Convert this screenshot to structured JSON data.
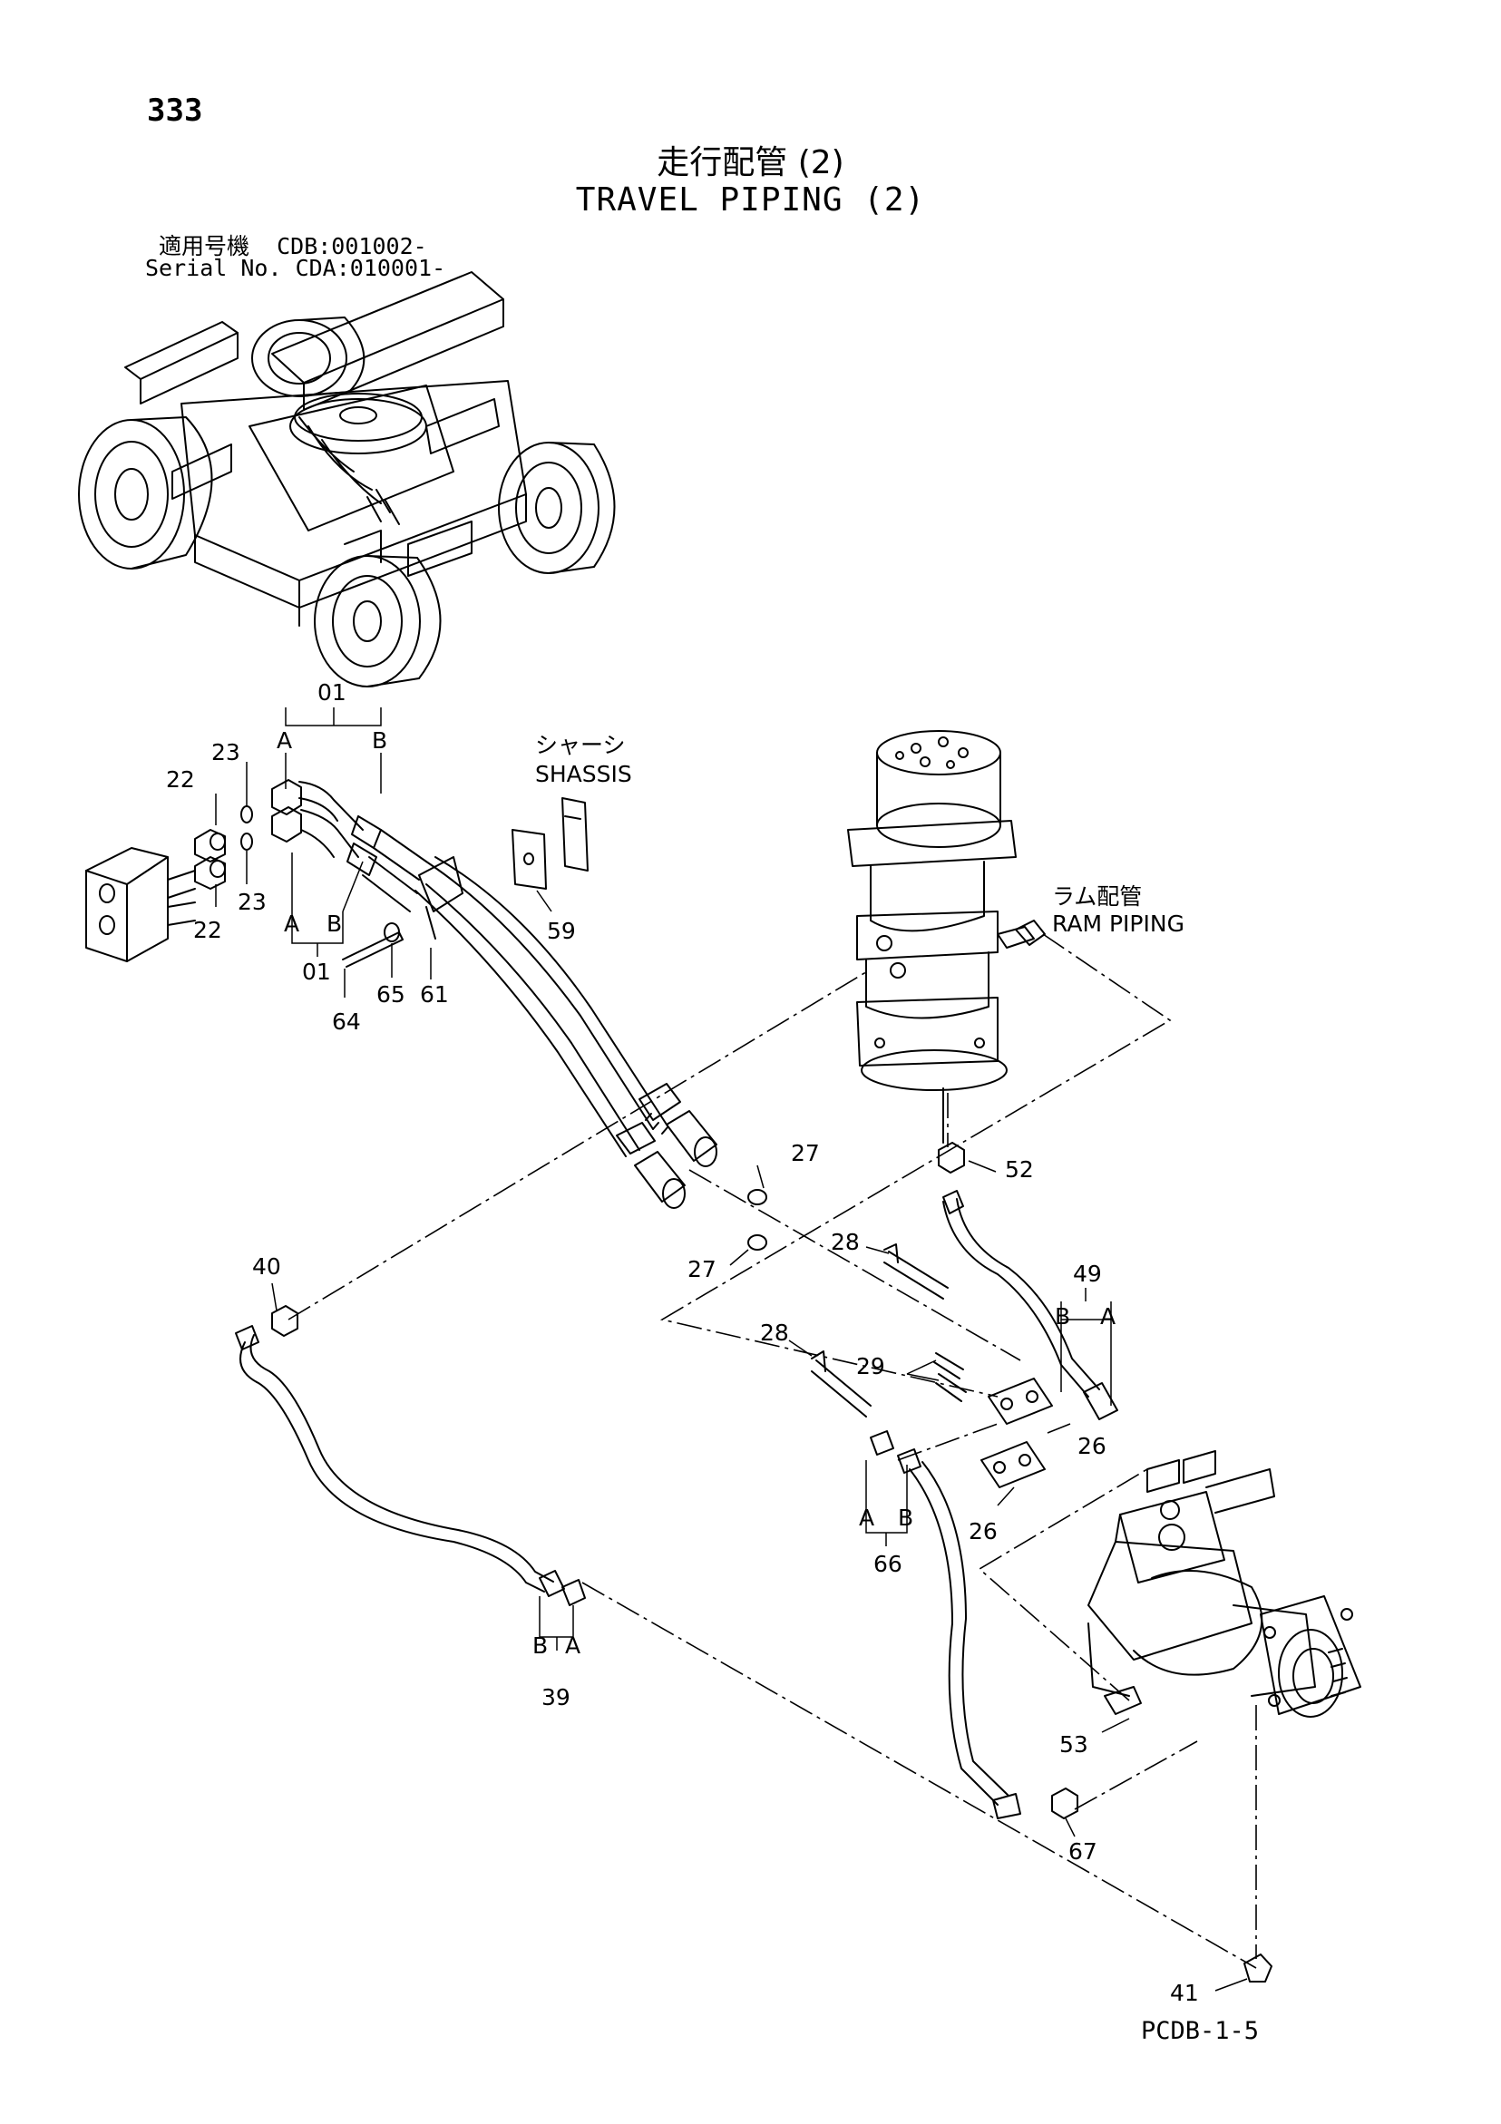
{
  "page_number": "333",
  "title_jp": "走行配管 (2)",
  "title_en": "TRAVEL PIPING (2)",
  "serial_line_1": "適用号機  CDB:001002-",
  "serial_line_2": "Serial No. CDA:010001-",
  "footer_code": "PCDB-1-5",
  "callouts": {
    "c01_top": "01",
    "c01_bottom": "01",
    "c22_top": "22",
    "c22_bottom": "22",
    "c23_top": "23",
    "c23_bottom": "23",
    "c26_upper": "26",
    "c26_lower": "26",
    "c27_upper": "27",
    "c27_lower": "27",
    "c28_upper": "28",
    "c28_lower": "28",
    "c29": "29",
    "c39": "39",
    "c40": "40",
    "c41": "41",
    "c49": "49",
    "c52": "52",
    "c53": "53",
    "c59": "59",
    "c61": "61",
    "c64": "64",
    "c65": "65",
    "c66": "66",
    "c67": "67",
    "port_a": "A",
    "port_b": "B"
  },
  "labels": {
    "chassis_jp": "シャーシ",
    "chassis_en": "SHASSIS",
    "ram_piping_jp": "ラム配管",
    "ram_piping_en": "RAM PIPING"
  }
}
